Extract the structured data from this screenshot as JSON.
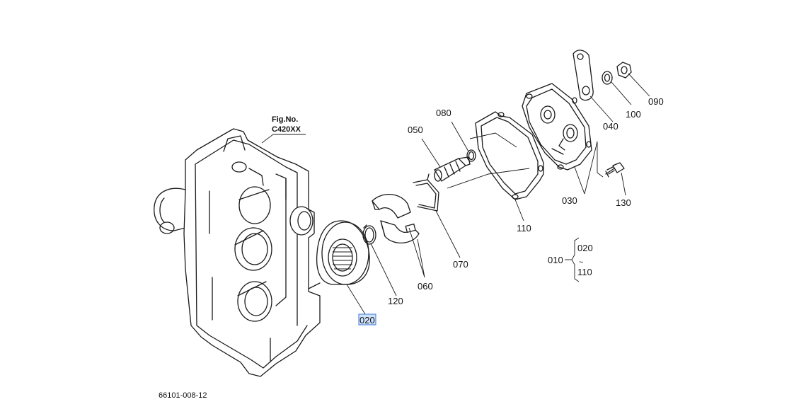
{
  "figure": {
    "fig_no_label": "Fig.No.",
    "fig_no_value": "C420XX",
    "drawing_number": "66101-008-12"
  },
  "callouts": {
    "p020": "020",
    "p030": "030",
    "p040": "040",
    "p050": "050",
    "p060": "060",
    "p070": "070",
    "p080": "080",
    "p090": "090",
    "p100": "100",
    "p110": "110",
    "p120": "120",
    "p130": "130"
  },
  "assembly_group": {
    "parent": "010",
    "first": "020",
    "tilde": "~",
    "last": "110"
  },
  "selected_callout": "020",
  "colors": {
    "line": "#1a1a1a",
    "highlight_fill": "#cfe3ff",
    "highlight_border": "#3b78d8"
  }
}
